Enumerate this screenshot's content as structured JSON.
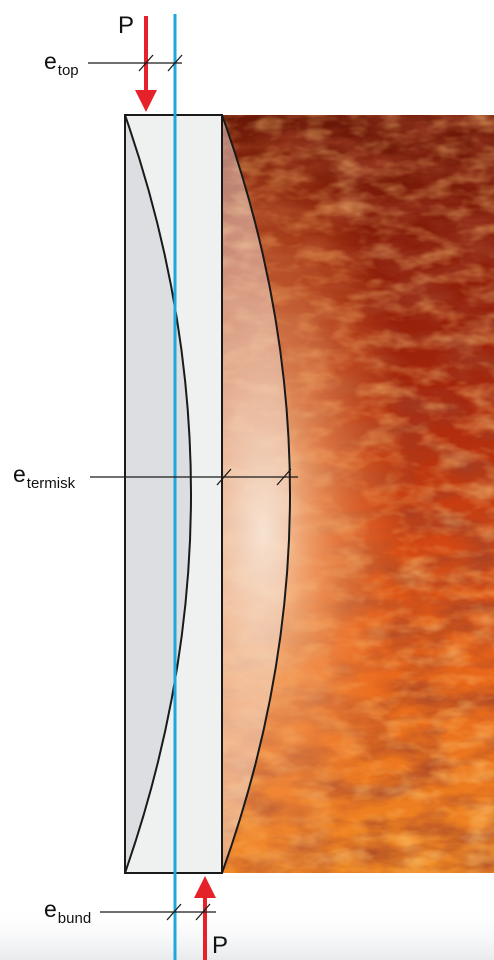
{
  "labels": {
    "e_top": {
      "base": "e",
      "sub": "top"
    },
    "e_termisk": {
      "base": "e",
      "sub": "termisk"
    },
    "e_bund": {
      "base": "e",
      "sub": "bund"
    }
  },
  "loads": {
    "top": "P",
    "bottom": "P"
  },
  "colors": {
    "arrow": "#e5212a",
    "centerline": "#1fa6dc",
    "glass_outline": "#1a1a1a",
    "glass_fill": "#eeeff0",
    "glass_shadow": "#dcdee1",
    "fire_dark": "#5e1408",
    "fire_mid": "#b3280e",
    "fire_bright": "#f4781a",
    "fire_glow": "#f9c89a"
  }
}
